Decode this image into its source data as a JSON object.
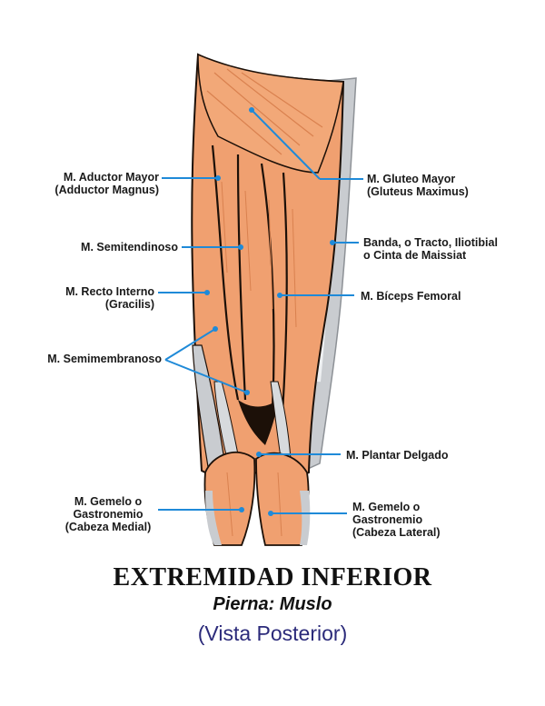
{
  "colors": {
    "muscle": "#f0a070",
    "muscle_dark": "#d9814f",
    "tendon": "#c9ccd0",
    "tendon_light": "#e8eaec",
    "outline": "#1c1008",
    "leader": "#1f8ad8"
  },
  "title": {
    "main": "EXTREMIDAD INFERIOR",
    "sub": "Pierna: Muslo",
    "view": "(Vista Posterior)"
  },
  "labels": {
    "adductor_mayor": [
      "M. Aductor Mayor",
      "(Adductor Magnus)"
    ],
    "semitendinoso": [
      "M. Semitendinoso"
    ],
    "recto_interno": [
      "M. Recto Interno",
      "(Gracilis)"
    ],
    "semimembranoso": [
      "M. Semimembranoso"
    ],
    "gemelo_medial": [
      "M. Gemelo o",
      "Gastronemio",
      "(Cabeza Medial)"
    ],
    "gluteo_mayor": [
      "M. Gluteo Mayor",
      "(Gluteus Maximus)"
    ],
    "tracto_iliotibial": [
      "Banda, o Tracto, Iliotibial",
      "o Cinta de Maissiat"
    ],
    "biceps_femoral": [
      "M. Bíceps Femoral"
    ],
    "plantar_delgado": [
      "M. Plantar Delgado"
    ],
    "gemelo_lateral": [
      "M. Gemelo o",
      "Gastronemio",
      "(Cabeza Lateral)"
    ]
  }
}
